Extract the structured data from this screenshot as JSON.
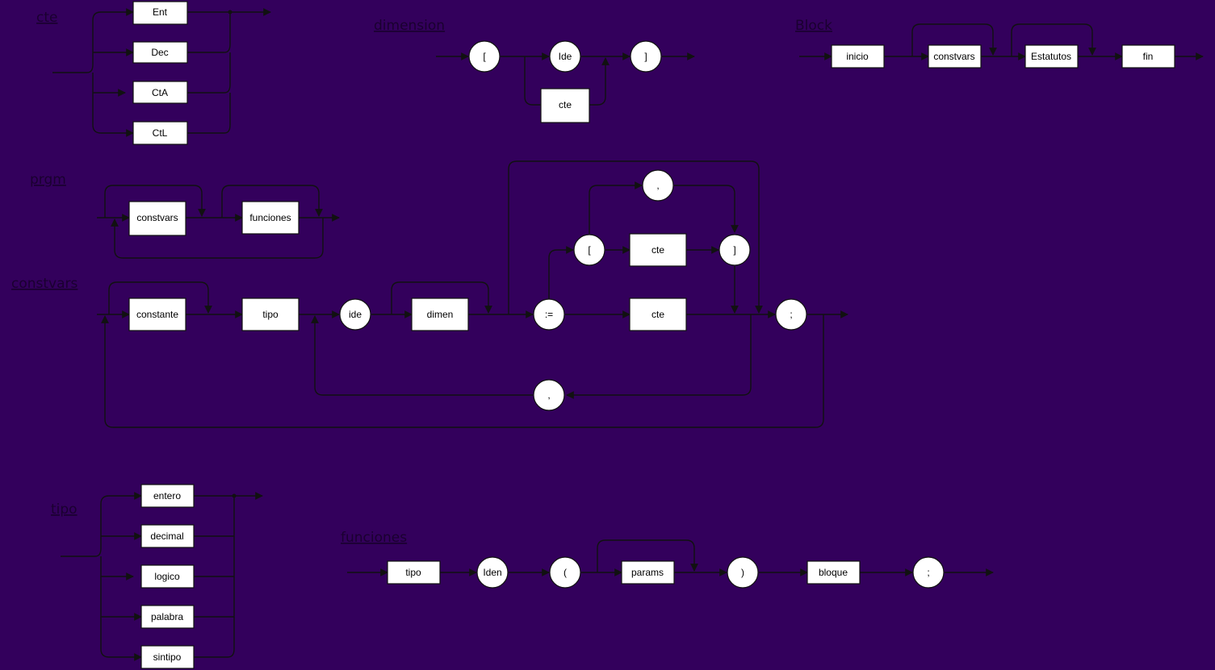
{
  "diagrams": {
    "cte": {
      "title": "cte",
      "nodes": [
        "Ent",
        "Dec",
        "CtA",
        "CtL"
      ]
    },
    "dimension": {
      "title": "dimension",
      "nodes": [
        "[",
        "Ide",
        "]",
        "cte"
      ]
    },
    "block": {
      "title": "Block",
      "nodes": [
        "inicio",
        "constvars",
        "Estatutos",
        "fin"
      ]
    },
    "prgm": {
      "title": "prgm",
      "nodes": [
        "constvars",
        "funciones"
      ]
    },
    "constvars": {
      "title": "constvars",
      "nodes": [
        "constante",
        "tipo",
        "ide",
        "dimen",
        ":=",
        "cte",
        ";",
        ",",
        "[",
        "cte",
        "]",
        ","
      ]
    },
    "tipo": {
      "title": "tipo",
      "nodes": [
        "entero",
        "decimal",
        "logico",
        "palabra",
        "sintipo"
      ]
    },
    "funciones": {
      "title": "funciones",
      "nodes": [
        "tipo",
        "Iden",
        "(",
        "params",
        ")",
        "bloque",
        ";"
      ]
    }
  }
}
